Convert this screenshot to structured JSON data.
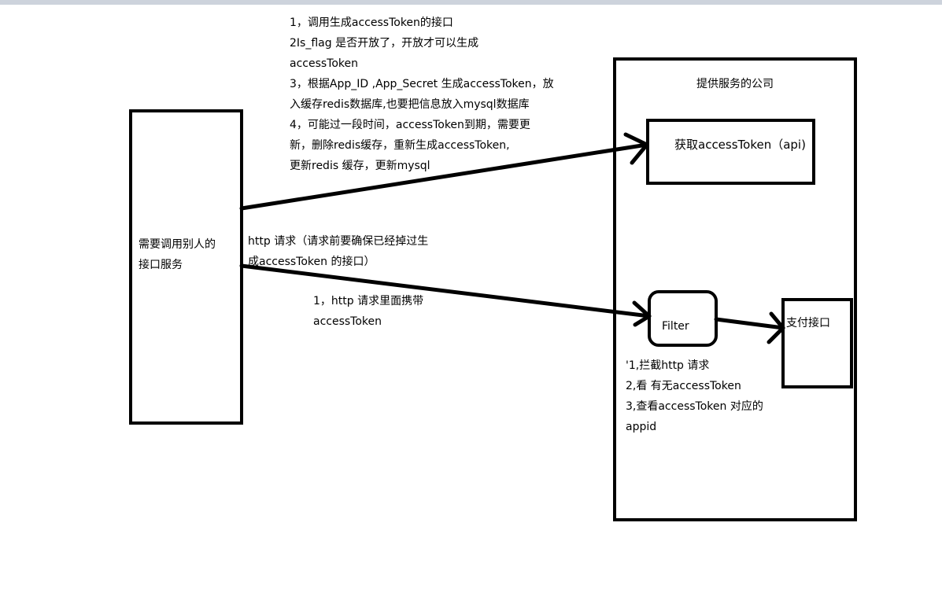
{
  "client_box": {
    "label_lines": [
      "需要调用别人的",
      "接口服务"
    ]
  },
  "provider_box": {
    "title": "提供服务的公司"
  },
  "token_api_box": {
    "label": "获取accessToken（api)"
  },
  "filter_box": {
    "label": "Filter"
  },
  "pay_box": {
    "label": "支付接口"
  },
  "token_notes": [
    "1，调用生成accessToken的接口",
    "2Is_flag 是否开放了，开放才可以生成",
    "accessToken",
    "3，根据App_ID ,App_Secret 生成accessToken，放",
    "入缓存redis数据库,也要把信息放入mysql数据库",
    "4，可能过一段时间，accessToken到期，需要更",
    "新，删除redis缓存，重新生成accessToken,",
    "更新redis 缓存，更新mysql"
  ],
  "http_request_note": [
    "http 请求（请求前要确保已经掉过生",
    "成accessToken 的接口）"
  ],
  "http_carry_note": [
    "1，http 请求里面携带",
    "accessToken"
  ],
  "filter_notes": [
    "'1,拦截http 请求",
    "2,看  有无accessToken",
    "3,查看accessToken 对应的",
    "appid"
  ]
}
